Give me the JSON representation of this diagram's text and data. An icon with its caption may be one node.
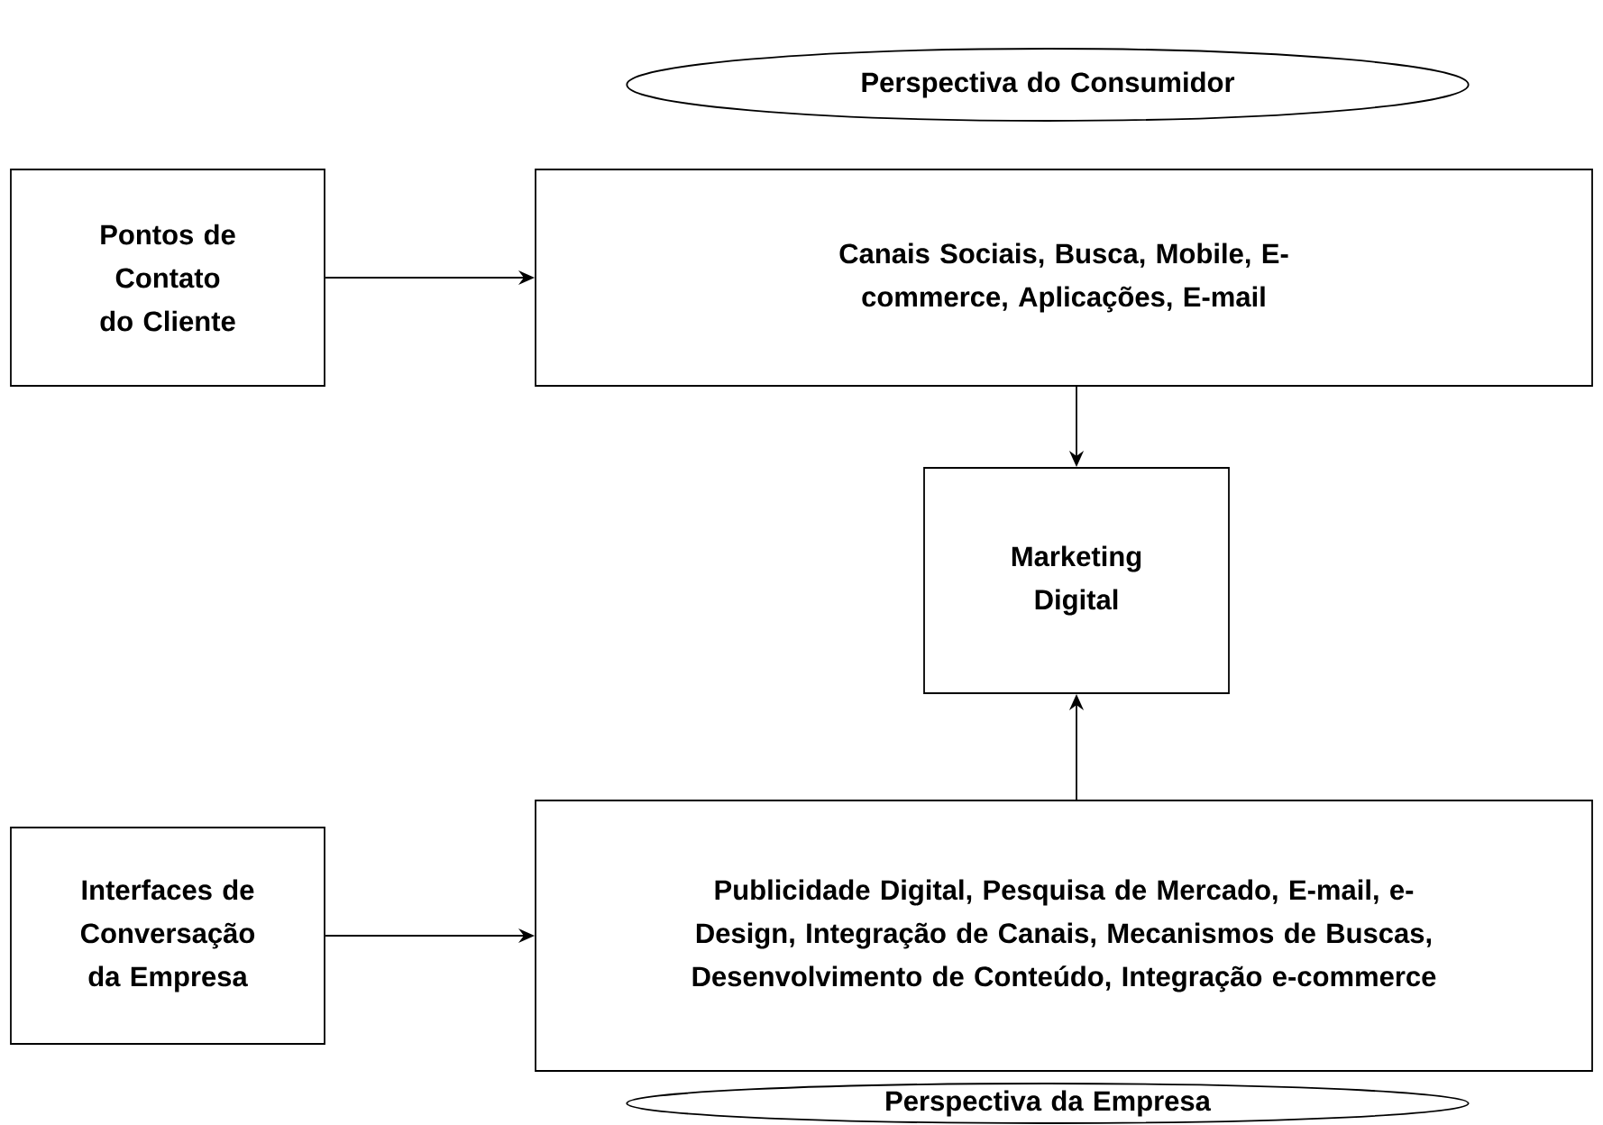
{
  "diagram": {
    "nodes": [
      {
        "text": [
          "Perspectiva do Consumidor"
        ]
      },
      {
        "text": [
          "Pontos de Contato do Cliente"
        ]
      },
      {
        "text": [
          "Canais Sociais, Busca, Mobile, E-commerce, Aplicações, E-mail"
        ]
      },
      {
        "text": [
          "Marketing Digital"
        ]
      },
      {
        "text": [
          "Interfaces de Conversação da Empresa"
        ]
      },
      {
        "text": [
          "Publicidade Digital, Pesquisa de Mercado, E-mail, e-Design, Integração de Canais, Mecanismos de Buscas, Desenvolvimento de Conteúdo, Integração e-commerce"
        ]
      },
      {
        "text": [
          "Perspectiva da Empresa"
        ]
      }
    ],
    "edges": [
      {
        "from": 1,
        "to": 2,
        "arrow": "to"
      },
      {
        "from": 2,
        "to": 3,
        "arrow": "to"
      },
      {
        "from": 4,
        "to": 5,
        "arrow": "to"
      },
      {
        "from": 5,
        "to": 3,
        "arrow": "to"
      }
    ]
  }
}
